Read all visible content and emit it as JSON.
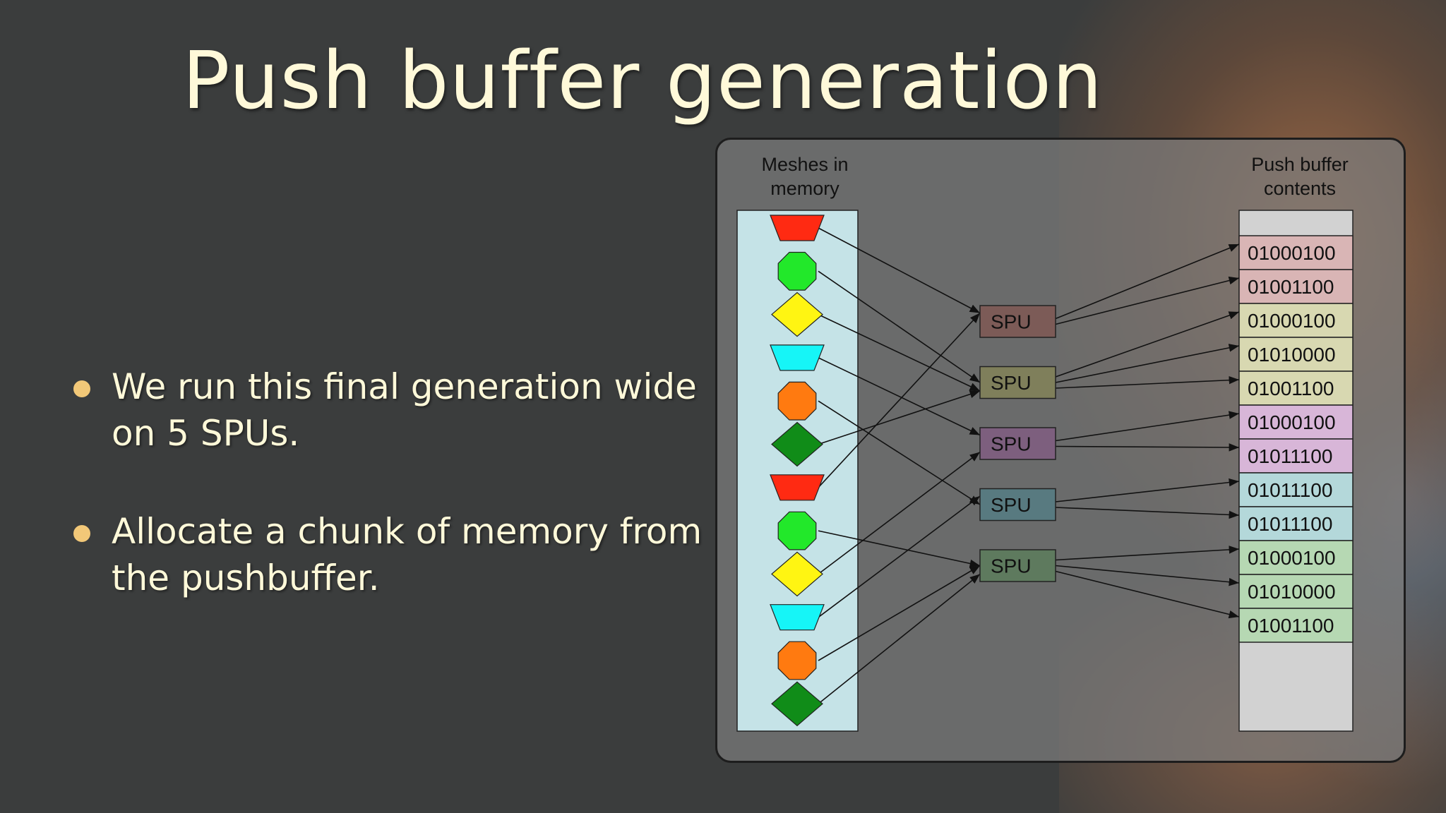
{
  "slide": {
    "title": "Push buffer generation",
    "bullets": [
      "We run this final generation wide on 5 SPUs.",
      "Allocate a chunk of memory from the pushbuffer."
    ]
  },
  "diagram": {
    "meshes_label": [
      "Meshes in",
      "memory"
    ],
    "push_label": [
      "Push buffer",
      "contents"
    ],
    "spu_label": "SPU",
    "meshes": [
      {
        "shape": "trapezoid-down",
        "color": "#ff2a12"
      },
      {
        "shape": "octagon",
        "color": "#22e82a"
      },
      {
        "shape": "diamond",
        "color": "#fff512"
      },
      {
        "shape": "trapezoid-down",
        "color": "#16f5f7"
      },
      {
        "shape": "octagon",
        "color": "#ff7a10"
      },
      {
        "shape": "diamond",
        "color": "#108c18"
      },
      {
        "shape": "trapezoid-down",
        "color": "#ff2a12"
      },
      {
        "shape": "octagon",
        "color": "#22e82a"
      },
      {
        "shape": "diamond",
        "color": "#fff512"
      },
      {
        "shape": "trapezoid-down",
        "color": "#16f5f7"
      },
      {
        "shape": "octagon",
        "color": "#ff7a10"
      },
      {
        "shape": "diamond",
        "color": "#108c18"
      }
    ],
    "spus": [
      {
        "color": "#7c5b57"
      },
      {
        "color": "#7f7f5b"
      },
      {
        "color": "#7d5f7e"
      },
      {
        "color": "#587a80"
      },
      {
        "color": "#5e7a5e"
      }
    ],
    "buffer": [
      {
        "value": "01000100",
        "color": "#d9b5b5"
      },
      {
        "value": "01001100",
        "color": "#d9b5b5"
      },
      {
        "value": "01000100",
        "color": "#d8d8b1"
      },
      {
        "value": "01010000",
        "color": "#d8d8b1"
      },
      {
        "value": "01001100",
        "color": "#d8d8b1"
      },
      {
        "value": "01000100",
        "color": "#d8b6d8"
      },
      {
        "value": "01011100",
        "color": "#d8b6d8"
      },
      {
        "value": "01011100",
        "color": "#b4d8da"
      },
      {
        "value": "01011100",
        "color": "#b4d8da"
      },
      {
        "value": "01000100",
        "color": "#b6d8b3"
      },
      {
        "value": "01010000",
        "color": "#b6d8b3"
      },
      {
        "value": "01001100",
        "color": "#b6d8b3"
      }
    ],
    "mesh_to_spu": [
      0,
      1,
      1,
      2,
      3,
      1,
      0,
      4,
      2,
      3,
      4,
      4
    ],
    "spu_to_buffer": [
      [
        0,
        1
      ],
      [
        2,
        3,
        4
      ],
      [
        5,
        6
      ],
      [
        7,
        8
      ],
      [
        9,
        10,
        11
      ]
    ]
  }
}
